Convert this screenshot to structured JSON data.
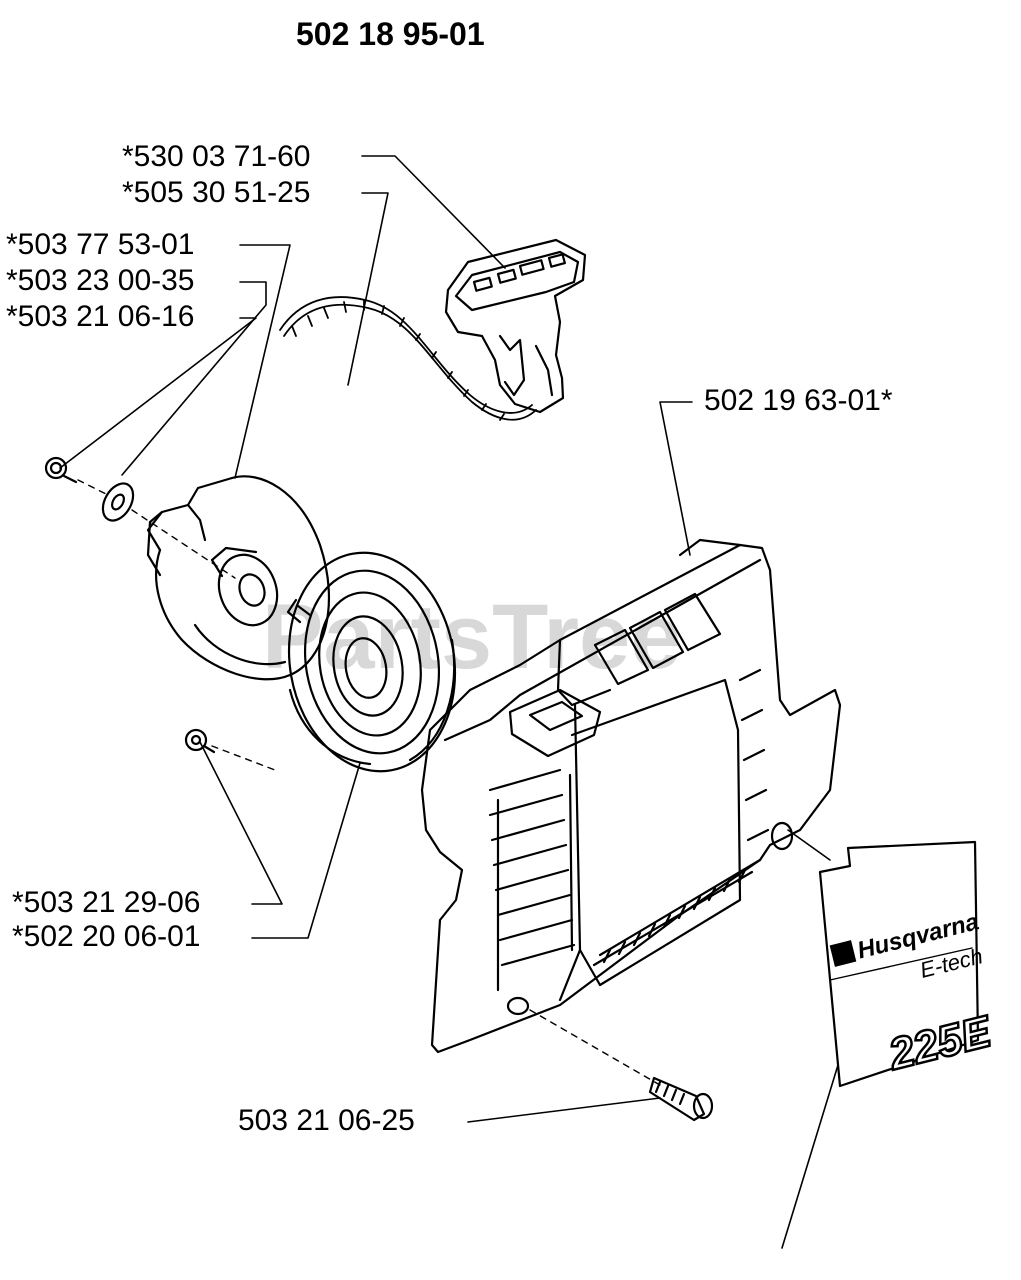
{
  "assembly_number": "502 18 95-01",
  "watermark": "PartsTree",
  "colors": {
    "ink": "#000000",
    "watermark": "#c8c8c8",
    "paper": "#ffffff"
  },
  "decal": {
    "brand": "Husqvarna",
    "subline": "E-tech",
    "model": "225E"
  },
  "parts": [
    {
      "id": "handle",
      "part_number": "*530 03 71-60"
    },
    {
      "id": "rope",
      "part_number": "*505 30 51-25"
    },
    {
      "id": "pulley",
      "part_number": "*503 77 53-01"
    },
    {
      "id": "washer",
      "part_number": "*503 23 00-35"
    },
    {
      "id": "center-screw",
      "part_number": "*503 21 06-16"
    },
    {
      "id": "starter-housing",
      "part_number": "502 19 63-01*"
    },
    {
      "id": "spring-screw",
      "part_number": "*503 21 29-06"
    },
    {
      "id": "spring-cassette",
      "part_number": "*502 20 06-01"
    },
    {
      "id": "housing-screw",
      "part_number": "503 21 06-25"
    }
  ]
}
